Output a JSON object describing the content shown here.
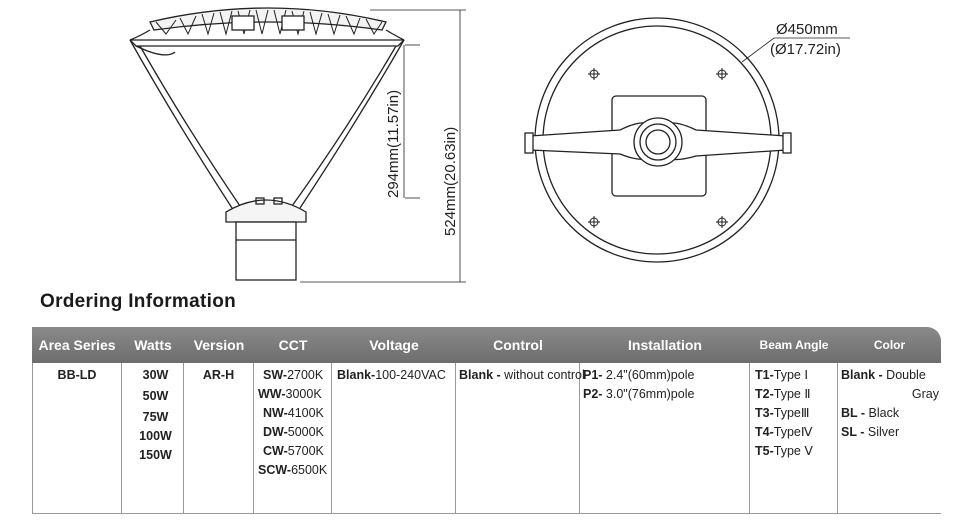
{
  "dimensions": {
    "height_inner": "294mm(11.57in)",
    "height_total": "524mm(20.63in)",
    "diameter_mm": "Ø450mm",
    "diameter_in": "(Ø17.72in)"
  },
  "heading": "Ordering Information",
  "table": {
    "headers": {
      "area_series": "Area Series",
      "watts": "Watts",
      "version": "Version",
      "cct": "CCT",
      "voltage": "Voltage",
      "control": "Control",
      "installation": "Installation",
      "beam_angle": "Beam Angle",
      "color": "Color"
    },
    "area_series": "BB-LD",
    "watts": [
      "30W",
      "50W",
      "75W",
      "100W",
      "150W"
    ],
    "version": "AR-H",
    "cct": [
      {
        "code": "SW-",
        "value": "2700K"
      },
      {
        "code": "WW-",
        "value": "3000K"
      },
      {
        "code": "NW-",
        "value": "4100K"
      },
      {
        "code": "DW-",
        "value": "5000K"
      },
      {
        "code": "CW-",
        "value": "5700K"
      },
      {
        "code": "SCW-",
        "value": "6500K"
      }
    ],
    "voltage": {
      "code": "Blank-",
      "value": "100-240VAC"
    },
    "control": {
      "code": "Blank -",
      "value": " without control"
    },
    "installation": [
      {
        "code": "P1-",
        "value": " 2.4\"(60mm)pole"
      },
      {
        "code": "P2-",
        "value": " 3.0\"(76mm)pole"
      }
    ],
    "beam_angle": [
      {
        "code": "T1-",
        "value": "Type Ⅰ"
      },
      {
        "code": "T2-",
        "value": "Type Ⅱ"
      },
      {
        "code": "T3-",
        "value": "TypeⅢ"
      },
      {
        "code": "T4-",
        "value": "TypeⅣ"
      },
      {
        "code": "T5-",
        "value": "Type Ⅴ"
      }
    ],
    "color": {
      "blank_code": "Blank -",
      "blank_value": " Double",
      "blank_value2": "Gray",
      "bl_code": "BL -",
      "bl_value": " Black",
      "sl_code": "SL -",
      "sl_value": " Silver"
    }
  }
}
